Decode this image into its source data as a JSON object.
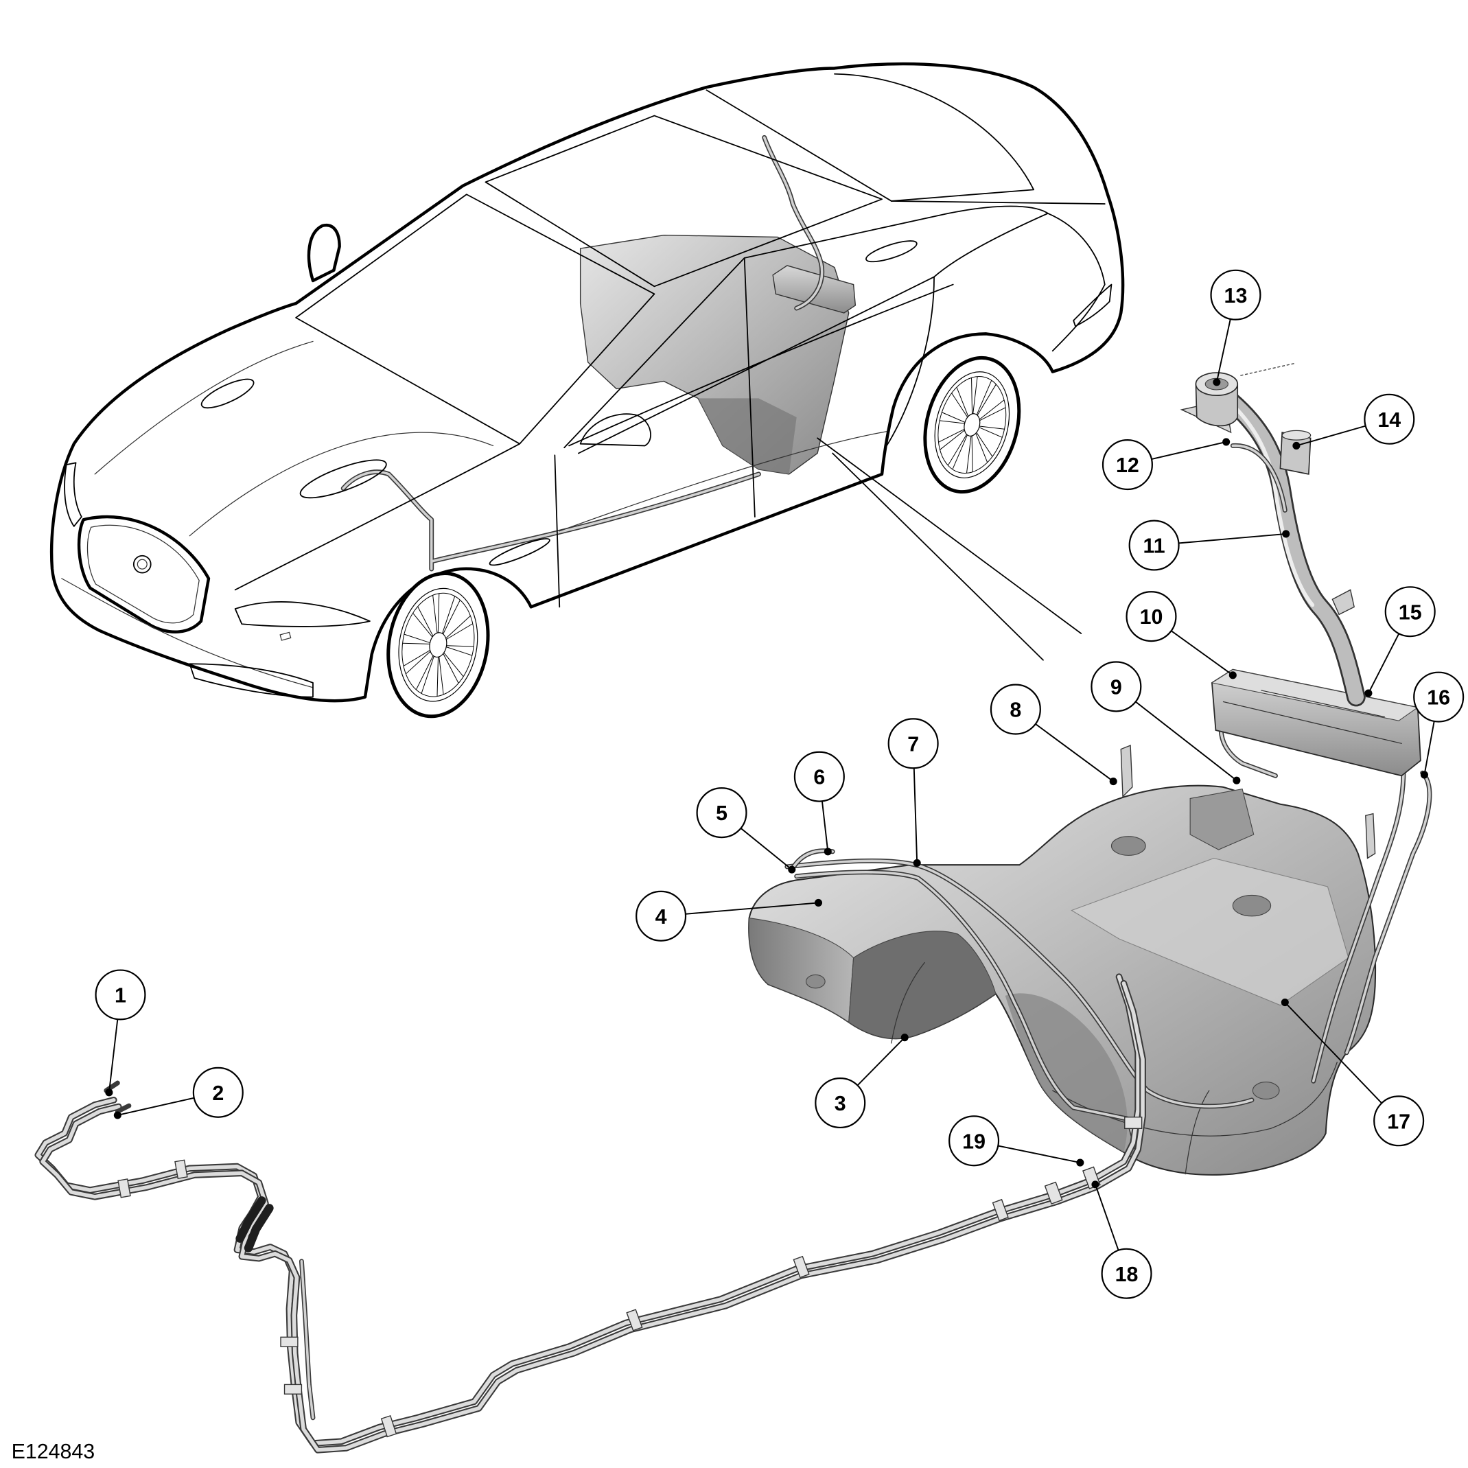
{
  "figure_id": "E124843",
  "callouts": [
    "1",
    "2",
    "3",
    "4",
    "5",
    "6",
    "7",
    "8",
    "9",
    "10",
    "11",
    "12",
    "13",
    "14",
    "15",
    "16",
    "17",
    "18",
    "19"
  ],
  "colors": {
    "background": "#ffffff",
    "line": "#000000",
    "part_light": "#dcdcdc",
    "part_mid": "#a8a8a8",
    "part_dark": "#6e6e6e"
  }
}
